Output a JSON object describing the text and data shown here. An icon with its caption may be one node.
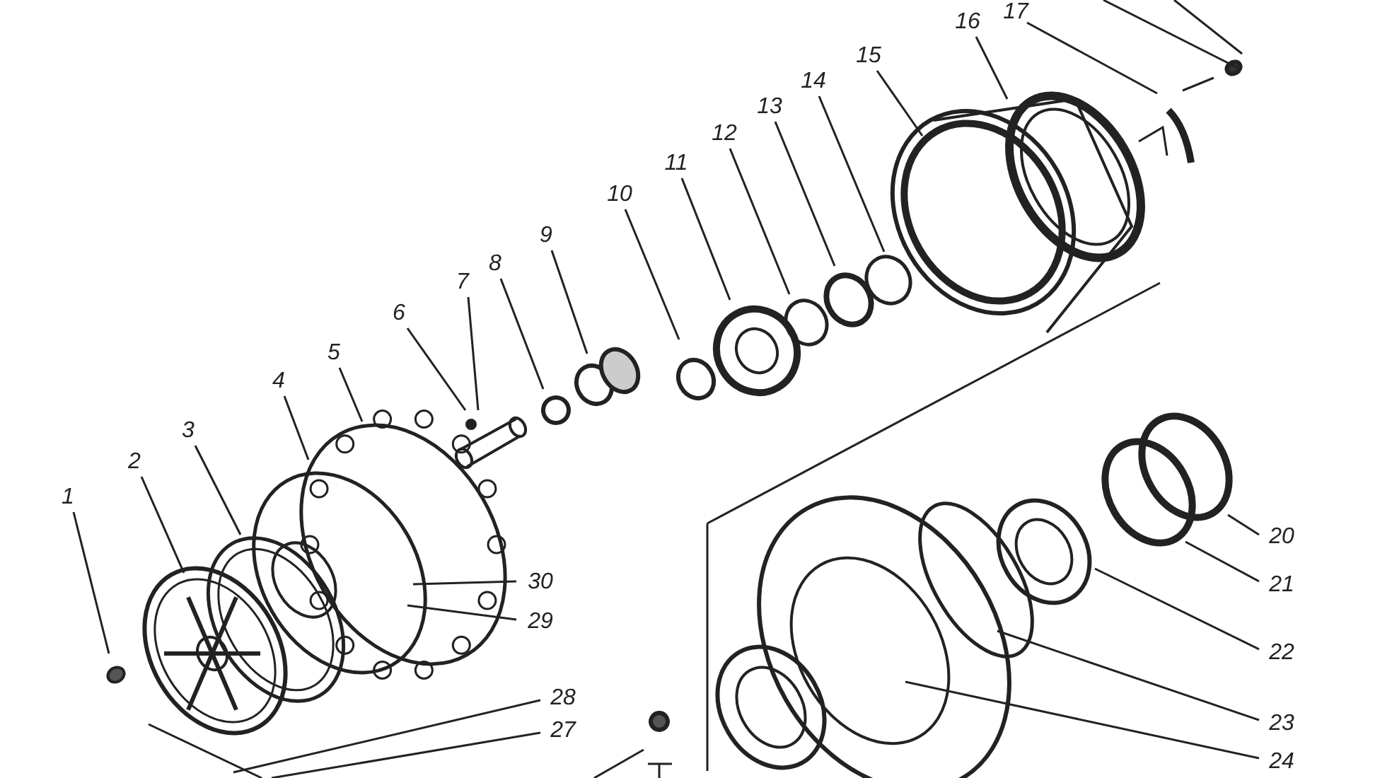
{
  "diagram": {
    "nodes": [
      {
        "text": [
          "1"
        ]
      },
      {
        "text": [
          "2"
        ]
      },
      {
        "text": [
          "3"
        ]
      },
      {
        "text": [
          "4"
        ]
      },
      {
        "text": [
          "5"
        ]
      },
      {
        "text": [
          "6"
        ]
      },
      {
        "text": [
          "7"
        ]
      },
      {
        "text": [
          "8"
        ]
      },
      {
        "text": [
          "9"
        ]
      },
      {
        "text": [
          "10"
        ]
      },
      {
        "text": [
          "11"
        ]
      },
      {
        "text": [
          "12"
        ]
      },
      {
        "text": [
          "13"
        ]
      },
      {
        "text": [
          "14"
        ]
      },
      {
        "text": [
          "15"
        ]
      },
      {
        "text": [
          "16"
        ]
      },
      {
        "text": [
          "17"
        ]
      },
      {
        "text": [
          "20"
        ]
      },
      {
        "text": [
          "21"
        ]
      },
      {
        "text": [
          "22"
        ]
      },
      {
        "text": [
          "23"
        ]
      },
      {
        "text": [
          "24"
        ]
      },
      {
        "text": [
          "27"
        ]
      },
      {
        "text": [
          "28"
        ]
      },
      {
        "text": [
          "29"
        ]
      },
      {
        "text": [
          "30"
        ]
      }
    ],
    "edges": [
      {
        "from": 0,
        "to": null,
        "arrow": "none"
      },
      {
        "from": 1,
        "to": null,
        "arrow": "none"
      },
      {
        "from": 2,
        "to": null,
        "arrow": "none"
      },
      {
        "from": 3,
        "to": null,
        "arrow": "none"
      },
      {
        "from": 4,
        "to": null,
        "arrow": "none"
      },
      {
        "from": 5,
        "to": null,
        "arrow": "none"
      },
      {
        "from": 6,
        "to": null,
        "arrow": "none"
      },
      {
        "from": 7,
        "to": null,
        "arrow": "none"
      },
      {
        "from": 8,
        "to": null,
        "arrow": "none"
      },
      {
        "from": 9,
        "to": null,
        "arrow": "none"
      },
      {
        "from": 10,
        "to": null,
        "arrow": "none"
      },
      {
        "from": 11,
        "to": null,
        "arrow": "none"
      },
      {
        "from": 12,
        "to": null,
        "arrow": "none"
      },
      {
        "from": 13,
        "to": null,
        "arrow": "none"
      },
      {
        "from": 14,
        "to": null,
        "arrow": "none"
      },
      {
        "from": 15,
        "to": null,
        "arrow": "none"
      },
      {
        "from": 16,
        "to": null,
        "arrow": "none"
      },
      {
        "from": 17,
        "to": null,
        "arrow": "none"
      },
      {
        "from": 18,
        "to": null,
        "arrow": "none"
      },
      {
        "from": 19,
        "to": null,
        "arrow": "none"
      },
      {
        "from": 20,
        "to": null,
        "arrow": "none"
      },
      {
        "from": 21,
        "to": null,
        "arrow": "none"
      },
      {
        "from": 22,
        "to": null,
        "arrow": "none"
      },
      {
        "from": 23,
        "to": null,
        "arrow": "none"
      },
      {
        "from": 24,
        "to": null,
        "arrow": "none"
      },
      {
        "from": 25,
        "to": null,
        "arrow": "none"
      }
    ]
  }
}
